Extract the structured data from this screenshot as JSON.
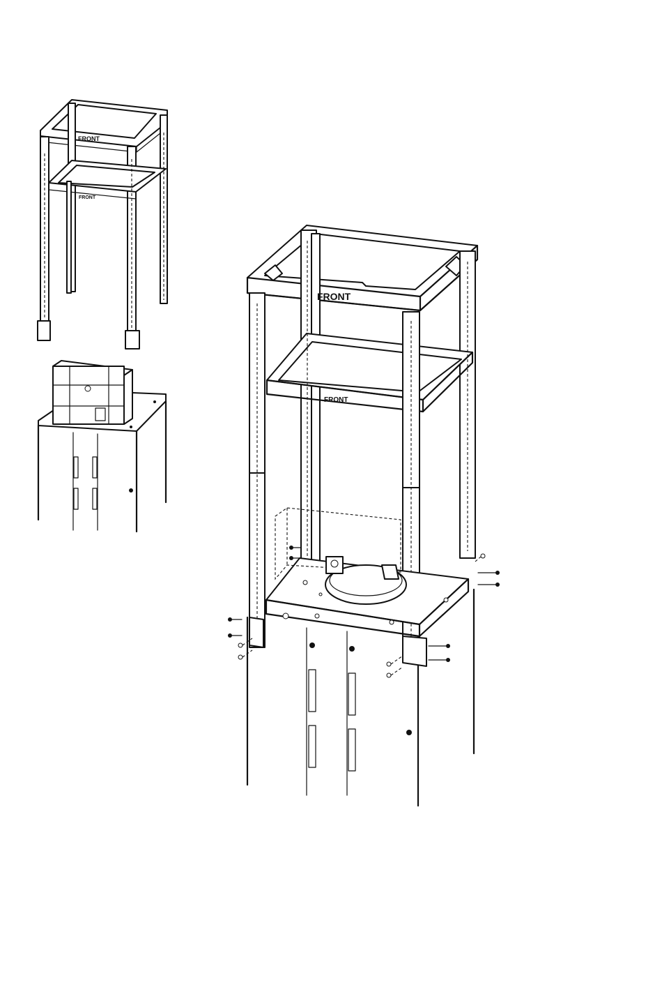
{
  "diagram": {
    "labels": {
      "small_top": "FRONT",
      "small_mid": "FRONT",
      "large_top": "FRONT",
      "large_mid": "FRONT"
    }
  }
}
